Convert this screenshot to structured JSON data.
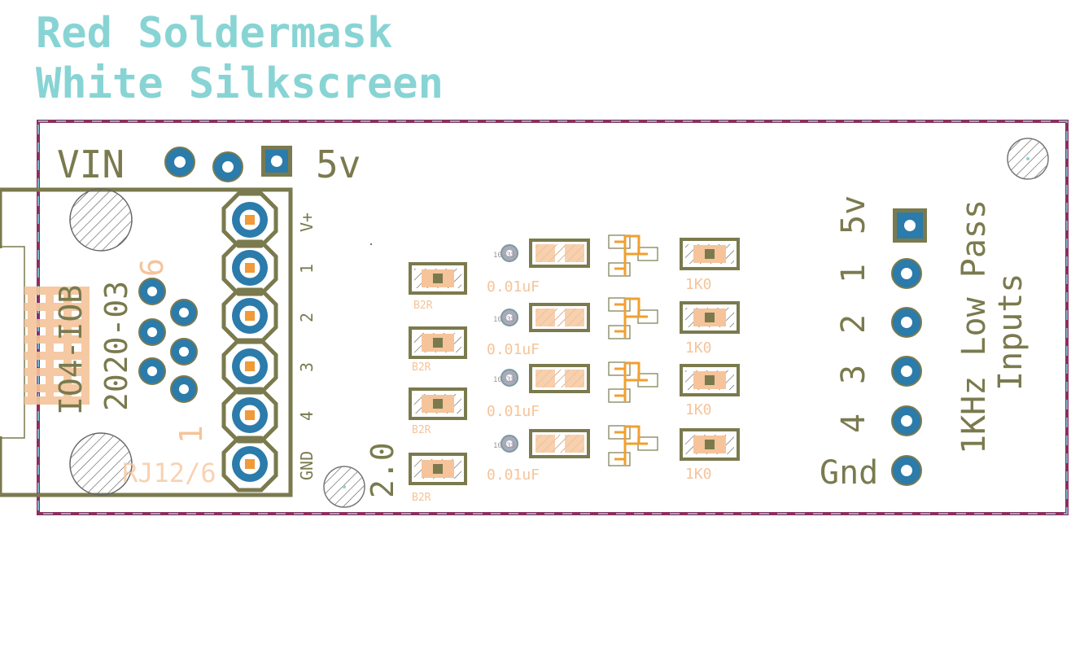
{
  "notes": {
    "line1": "Red Soldermask",
    "line2": "White Silkscreen"
  },
  "labels": {
    "vin": "VIN",
    "v5_top": "5v",
    "pin_vplus": "V+",
    "pin_1": "1",
    "pin_2": "2",
    "pin_3": "3",
    "pin_4": "4",
    "pin_gnd": "GND",
    "part_no": "IO4-IOB",
    "date": "2020-03",
    "pin6": "6",
    "pin1_mark": "1",
    "rj": "RJ12/6",
    "version": "2.0",
    "r_top": "B2R",
    "r_mid1": "B2R",
    "r_mid2": "B2R",
    "r_bot": "B2R",
    "cap1": "0.01uF",
    "cap2": "0.01uF",
    "cap3": "0.01uF",
    "cap4": "0.01uF",
    "res1": "1K0",
    "res2": "1K0",
    "res3": "1K0",
    "res4": "1K0",
    "via1": "10-35",
    "via2": "10-35",
    "via3": "10-35",
    "via4": "10-35",
    "in_5v": "5v",
    "in_1": "1",
    "in_2": "2",
    "in_3": "3",
    "in_4": "4",
    "in_gnd": "Gnd",
    "filter_line1": "1KHz Low Pass",
    "filter_line2": "Inputs"
  },
  "colors": {
    "note": "#88d4d4",
    "soldermask_outline": "#8b2f5c",
    "dimension_dash": "#7fb0c8",
    "silkscreen": "#7a7a4e",
    "copper_pad": "#2b7bab",
    "pad_hole": "#f09a38",
    "smd_pad": "#f5c49a",
    "smd_trace": "#f0a030"
  }
}
